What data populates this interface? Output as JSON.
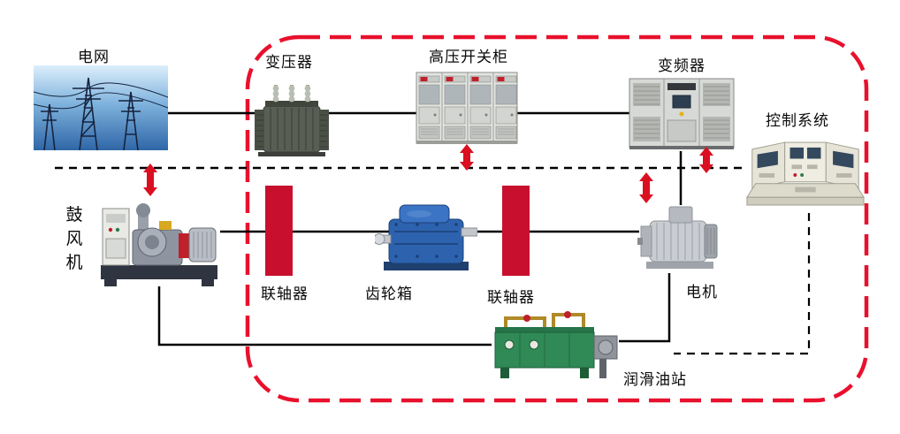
{
  "diagram": {
    "nodes": {
      "power_grid": {
        "label": "电网"
      },
      "transformer": {
        "label": "变压器"
      },
      "switchgear": {
        "label": "高压开关柜"
      },
      "vfd": {
        "label": "变频器"
      },
      "control_system": {
        "label": "控制系统"
      },
      "blower": {
        "label": "鼓风机"
      },
      "coupling_left": {
        "label": "联轴器"
      },
      "gearbox": {
        "label": "齿轮箱"
      },
      "coupling_right": {
        "label": "联轴器"
      },
      "motor": {
        "label": "电机"
      },
      "oil_station": {
        "label": "润滑油站"
      }
    },
    "colors": {
      "boundary_red": "#e8112d",
      "coupling_block_red": "#c8102e",
      "arrow_red": "#da1021",
      "connection_line": "#000000"
    }
  }
}
